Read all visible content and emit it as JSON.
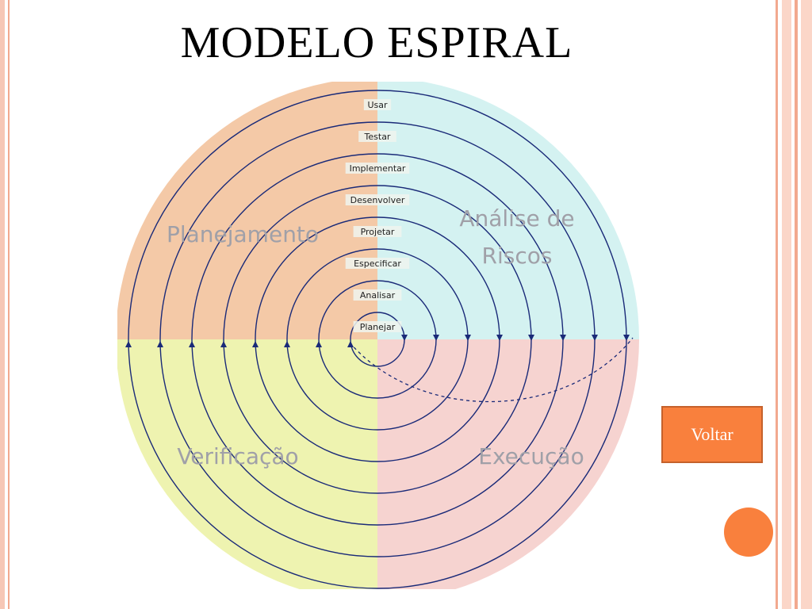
{
  "slide": {
    "title": "MODELO ESPIRAL",
    "voltar_label": "Voltar"
  },
  "diagram": {
    "quadrants": {
      "planejamento": "Planejamento",
      "analise_line1": "Análise de",
      "analise_line2": "Riscos",
      "verificacao": "Verificação",
      "execucao": "Execução"
    },
    "phases": [
      "Usar",
      "Testar",
      "Implementar",
      "Desenvolver",
      "Projetar",
      "Especificar",
      "Analisar",
      "Planejar"
    ],
    "colors": {
      "planejamento": "#f4c9a7",
      "analise": "#d4f2f1",
      "verificacao": "#eef3b0",
      "execucao": "#f6d3d0",
      "spiral": "#1a2a78",
      "quadrant_text": "#a0a0a8",
      "button": "#f9803d"
    }
  }
}
